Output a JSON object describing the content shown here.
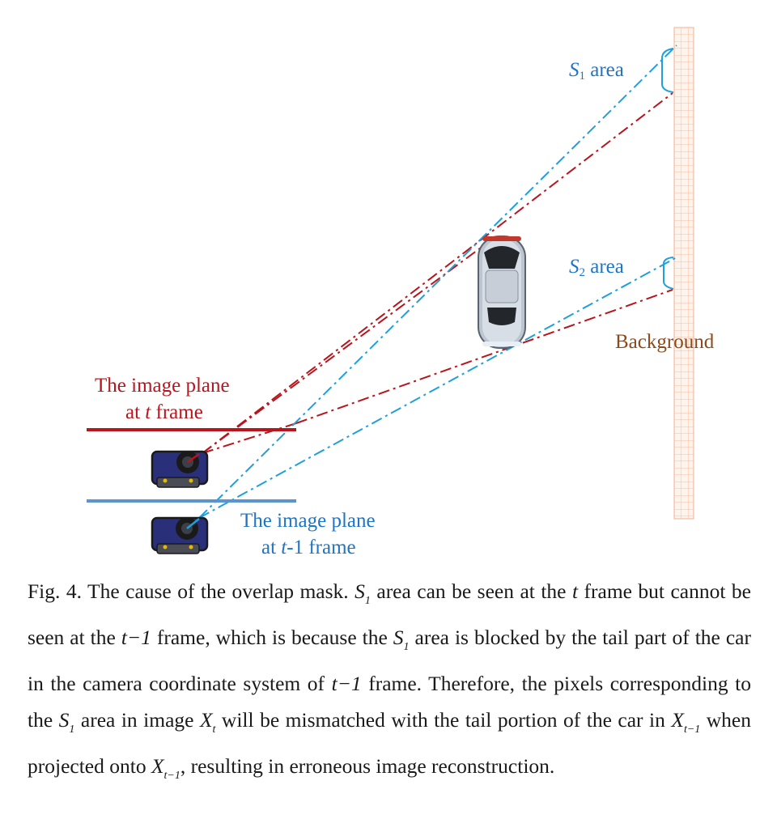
{
  "figure": {
    "s1_label": {
      "var": "S",
      "sub": "1",
      "word": "area"
    },
    "s2_label": {
      "var": "S",
      "sub": "2",
      "word": "area"
    },
    "background_label": "Background",
    "plane_t": {
      "line1": "The image plane",
      "line2_prefix": "at ",
      "line2_var": "t",
      "line2_suffix": " frame"
    },
    "plane_t1": {
      "line1": "The image plane",
      "line2_prefix": "at ",
      "line2_var": "t",
      "line2_suffix": "-1 frame"
    },
    "colors": {
      "red": "#b8151d",
      "blue": "#1f9fdc",
      "plane_blue": "#5b95d0",
      "grid": "#f0b090"
    }
  },
  "caption": {
    "figno": "Fig. 4.",
    "t1": " The cause of the overlap mask. ",
    "t2": " area can be seen at the ",
    "t3": " frame but cannot be seen at the ",
    "t4": " frame, which is because the ",
    "t5": " area is blocked by the tail part of the car in the camera coordinate system of ",
    "t6": " frame. Therefore, the pixels corresponding to the ",
    "t7": " area in image ",
    "t8": " will be mismatched with the tail portion of the car in ",
    "t9": " when projected onto ",
    "t10": ", resulting in erroneous image reconstruction.",
    "sym_S": "S",
    "sym_1": "1",
    "sym_t": "t",
    "sym_tm1": "t−1",
    "sym_X": "X",
    "sub_t": "t",
    "sub_tm1": "t−1"
  }
}
